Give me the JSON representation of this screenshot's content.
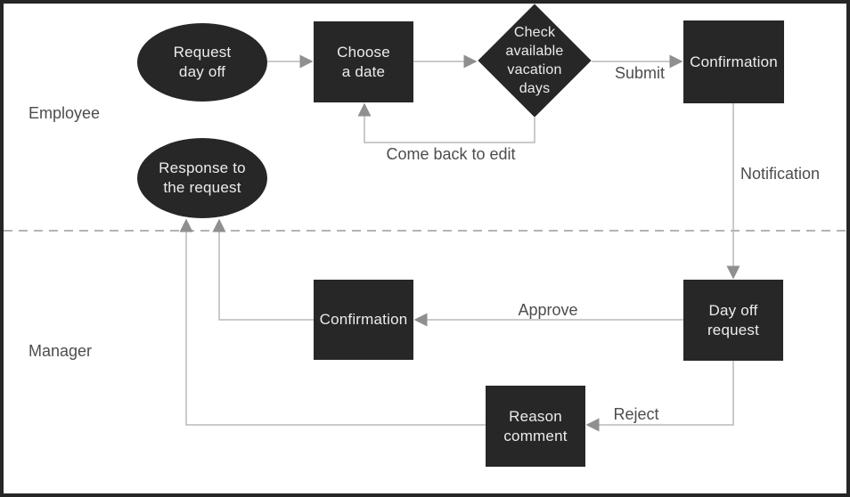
{
  "diagram": {
    "lanes": {
      "employee": {
        "label": "Employee"
      },
      "manager": {
        "label": "Manager"
      }
    },
    "nodes": {
      "request_day_off": {
        "label": "Request\nday off",
        "shape": "ellipse"
      },
      "choose_a_date": {
        "label": "Choose\na date",
        "shape": "rectangle"
      },
      "check_vacation_days": {
        "label": "Check\navailable\nvacation\ndays",
        "shape": "diamond"
      },
      "confirmation_employee": {
        "label": "Confirmation",
        "shape": "rectangle"
      },
      "response_to_request": {
        "label": "Response to\nthe request",
        "shape": "ellipse"
      },
      "confirmation_manager": {
        "label": "Confirmation",
        "shape": "rectangle"
      },
      "day_off_request": {
        "label": "Day off\nrequest",
        "shape": "rectangle"
      },
      "reason_comment": {
        "label": "Reason\ncomment",
        "shape": "rectangle"
      }
    },
    "edge_labels": {
      "submit": "Submit",
      "come_back_to_edit": "Come back to edit",
      "notification": "Notification",
      "approve": "Approve",
      "reject": "Reject"
    },
    "colors": {
      "node_fill": "#272727",
      "node_text": "#ececec",
      "connector": "#b8b8b8",
      "arrowhead": "#8f8f8f",
      "label_text": "#4d4d4d",
      "divider": "#9b9b9b",
      "background": "#ffffff",
      "border": "#262626"
    }
  }
}
